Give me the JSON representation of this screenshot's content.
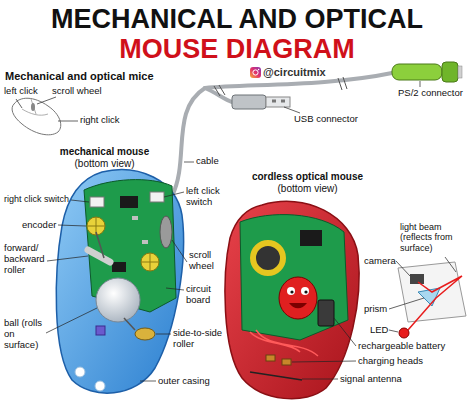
{
  "diagram": {
    "title": "MECHANICAL AND OPTICAL MOUSE DIAGRAM",
    "labels": [
      "Mechanical and optical mice",
      "left click",
      "scroll wheel",
      "right click",
      "@circuitmix",
      "USB connector",
      "PS/2 connector",
      "mechanical mouse (bottom view)",
      "cordless optical mouse (bottom view)",
      "cable",
      "right click switch",
      "left click switch",
      "encoder",
      "forward/ backward roller",
      "scroll wheel",
      "circuit board",
      "ball (rolls on surface)",
      "side-to-side roller",
      "outer casing",
      "light beam (reflects from surface)",
      "camera",
      "prism",
      "LED",
      "rechargeable battery",
      "charging heads",
      "signal antenna"
    ]
  }
}
